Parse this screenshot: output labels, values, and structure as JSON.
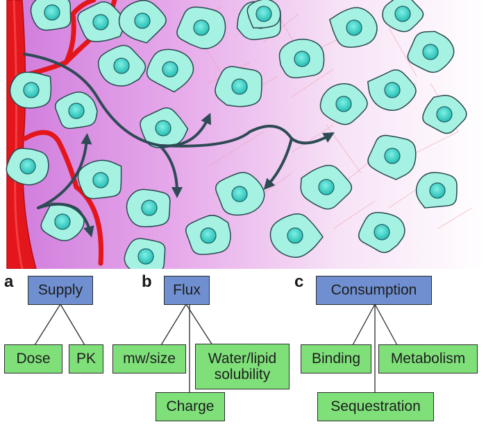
{
  "panels": [
    {
      "letter": "a",
      "parent": "Supply",
      "children": [
        "Dose",
        "PK"
      ]
    },
    {
      "letter": "b",
      "parent": "Flux",
      "children": [
        "mw/size",
        "Water/lipid solubility",
        "Charge"
      ]
    },
    {
      "letter": "c",
      "parent": "Consumption",
      "children": [
        "Binding",
        "Metabolism",
        "Sequestration"
      ]
    }
  ],
  "colors": {
    "parent_box": "#6f8fd0",
    "child_box": "#7fe07a",
    "cell_fill": "#a6f2e2",
    "nucleus": "#3fd0c2",
    "vessel": "#e3161c",
    "arrow": "#2d4a55",
    "tissue_left": "#d98ee0",
    "tissue_right": "#ffffff"
  }
}
